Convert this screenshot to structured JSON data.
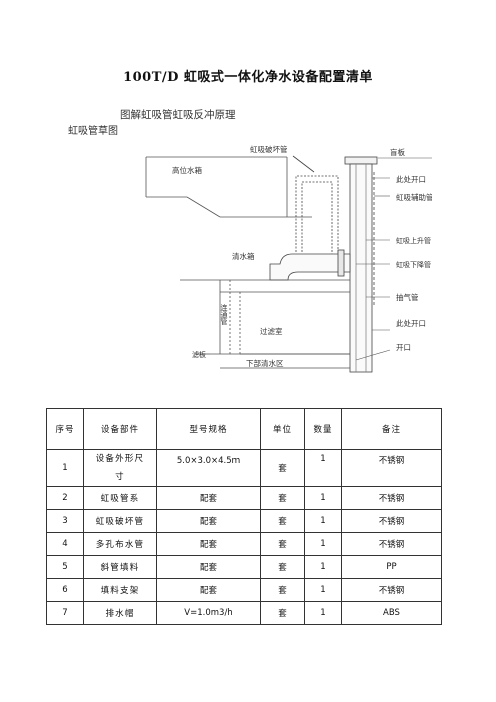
{
  "document": {
    "title": "100T/D 虹吸式一体化净水设备配置清单"
  },
  "figure": {
    "heading": "图解虹吸管虹吸反冲原理",
    "subheading": "虹吸管草图",
    "labels": {
      "siphon_break_pipe": "虹吸破坏管",
      "blind_plate": "盲板",
      "high_tank": "高位水箱",
      "open_here_1": "此处开口",
      "siphon_aux_pipe": "虹吸辅助管",
      "clear_tank": "清水箱",
      "siphon_up_pipe": "虹吸上升管",
      "siphon_down_pipe": "虹吸下降管",
      "connecting_pipe": "连通管",
      "suction_pipe": "抽气管",
      "filter_chamber": "过滤室",
      "open_here_2": "此处开口",
      "filter_plate": "滤板",
      "opening": "开口",
      "lower_clear_zone": "下部清水区"
    }
  },
  "table": {
    "headers": [
      "序号",
      "设备部件",
      "型号规格",
      "单位",
      "数量",
      "备注"
    ],
    "rows": [
      {
        "no": "1",
        "part": "设备外形尺寸",
        "spec": "5.0×3.0×4.5ｍ",
        "unit": "套",
        "qty": "1",
        "note": "不锈钢"
      },
      {
        "no": "2",
        "part": "虹吸管系",
        "spec": "配套",
        "unit": "套",
        "qty": "1",
        "note": "不锈钢"
      },
      {
        "no": "3",
        "part": "虹吸破坏管",
        "spec": "配套",
        "unit": "套",
        "qty": "1",
        "note": "不锈钢"
      },
      {
        "no": "4",
        "part": "多孔布水管",
        "spec": "配套",
        "unit": "套",
        "qty": "1",
        "note": "不锈钢"
      },
      {
        "no": "5",
        "part": "斜管填料",
        "spec": "配套",
        "unit": "套",
        "qty": "1",
        "note": "PP"
      },
      {
        "no": "6",
        "part": "填料支架",
        "spec": "配套",
        "unit": "套",
        "qty": "1",
        "note": "不锈钢"
      },
      {
        "no": "7",
        "part": "排水帽",
        "spec": "V=1.0m3/h",
        "unit": "套",
        "qty": "1",
        "note": "ABS"
      }
    ]
  }
}
